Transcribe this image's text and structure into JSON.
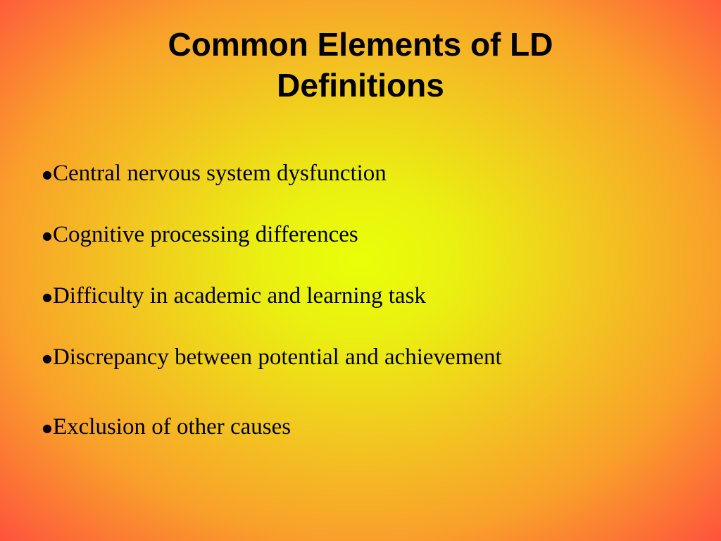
{
  "slide": {
    "title_line1": "Common Elements of LD",
    "title_line2": "Definitions",
    "bullets": [
      "Central nervous system dysfunction",
      "Cognitive processing differences",
      "Difficulty in academic and learning task",
      "Discrepancy between potential and achievement",
      "Exclusion of other causes"
    ]
  },
  "icons": {
    "bullet": "bullet-dot-icon"
  },
  "colors": {
    "center": "#e9ff08",
    "edge": "#ff4040",
    "text": "#000000"
  }
}
